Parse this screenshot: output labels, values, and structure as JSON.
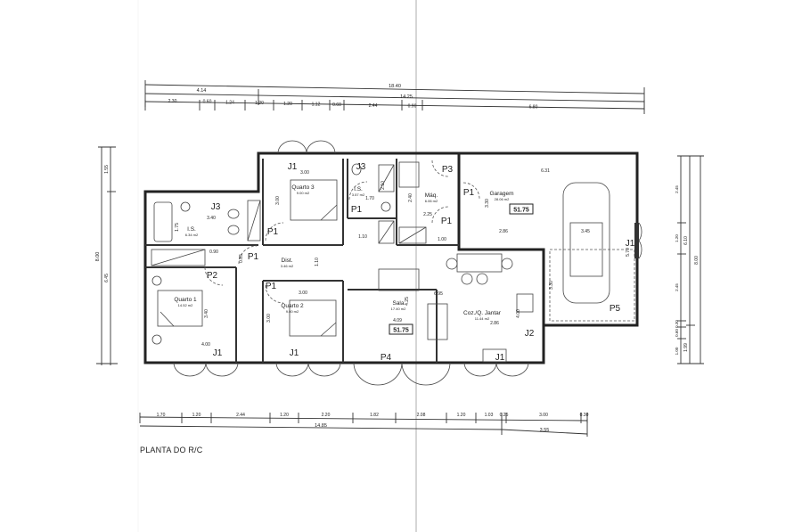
{
  "drawing": {
    "caption": "PLANTA DO R/C",
    "rooms": [
      {
        "name": "Quarto 3",
        "area": "9.00 m2"
      },
      {
        "name": "I.S.",
        "area": "3.57 m2"
      },
      {
        "name": "Máq.",
        "area": "6.06 m2"
      },
      {
        "name": "Garagem",
        "area": "28.06 m2"
      },
      {
        "name": "I.S.",
        "area": "6.34 m2"
      },
      {
        "name": "Dist.",
        "area": "3.46 m2"
      },
      {
        "name": "Quarto 1",
        "area": "14.52 m2"
      },
      {
        "name": "Quarto 2",
        "area": "9.00 m2"
      },
      {
        "name": "Sala",
        "area": "17.40 m2"
      },
      {
        "name": "Coz./Q. Jantar",
        "area": "11.44 m2"
      }
    ],
    "badges": [
      "51.75",
      "51.75"
    ],
    "openings": [
      "J1",
      "J3",
      "P3",
      "P1",
      "P1",
      "J3",
      "P1",
      "P1",
      "P1",
      "P2",
      "P1",
      "J1",
      "J1",
      "P4",
      "J2",
      "J1",
      "J1",
      "P5"
    ],
    "interior_dims": [
      "3.00",
      "3.00",
      "3.40",
      "1.75",
      "0.90",
      "0.85",
      "1.70",
      "2.10",
      "2.40",
      "2.25",
      "1.00",
      "1.10",
      "1.10",
      "3.00",
      "3.00",
      "3.40",
      "4.00",
      "6.31",
      "3.30",
      "2.86",
      "3.45",
      "5.70",
      "3.30",
      "6.95",
      "4.25",
      "4.09",
      "2.86",
      "4.00"
    ],
    "top_dims": {
      "total": "18.40",
      "row2": [
        "4.14",
        "14.25"
      ],
      "row3": [
        "2.30",
        "0.60",
        "1.24",
        "1.20",
        "1.20",
        "1.12",
        "0.60",
        "2.44",
        "0.90",
        "6.80"
      ]
    },
    "bottom_dims": {
      "row1": [
        "1.70",
        "1.20",
        "2.44",
        "1.20",
        "2.20",
        "1.82",
        "2.08",
        "1.20",
        "1.03",
        "0.25",
        "3.00",
        "0.30"
      ],
      "row2": [
        "14.85",
        "3.55"
      ]
    },
    "left_dims": {
      "total": "8.00",
      "parts": [
        "1.55",
        "6.45"
      ]
    },
    "right_dims": {
      "parts": [
        "2.45",
        "1.20",
        "2.45",
        "0.30",
        "0.60",
        "1.00"
      ],
      "mid": [
        "6.10",
        "1.99"
      ],
      "total": "8.00"
    }
  }
}
